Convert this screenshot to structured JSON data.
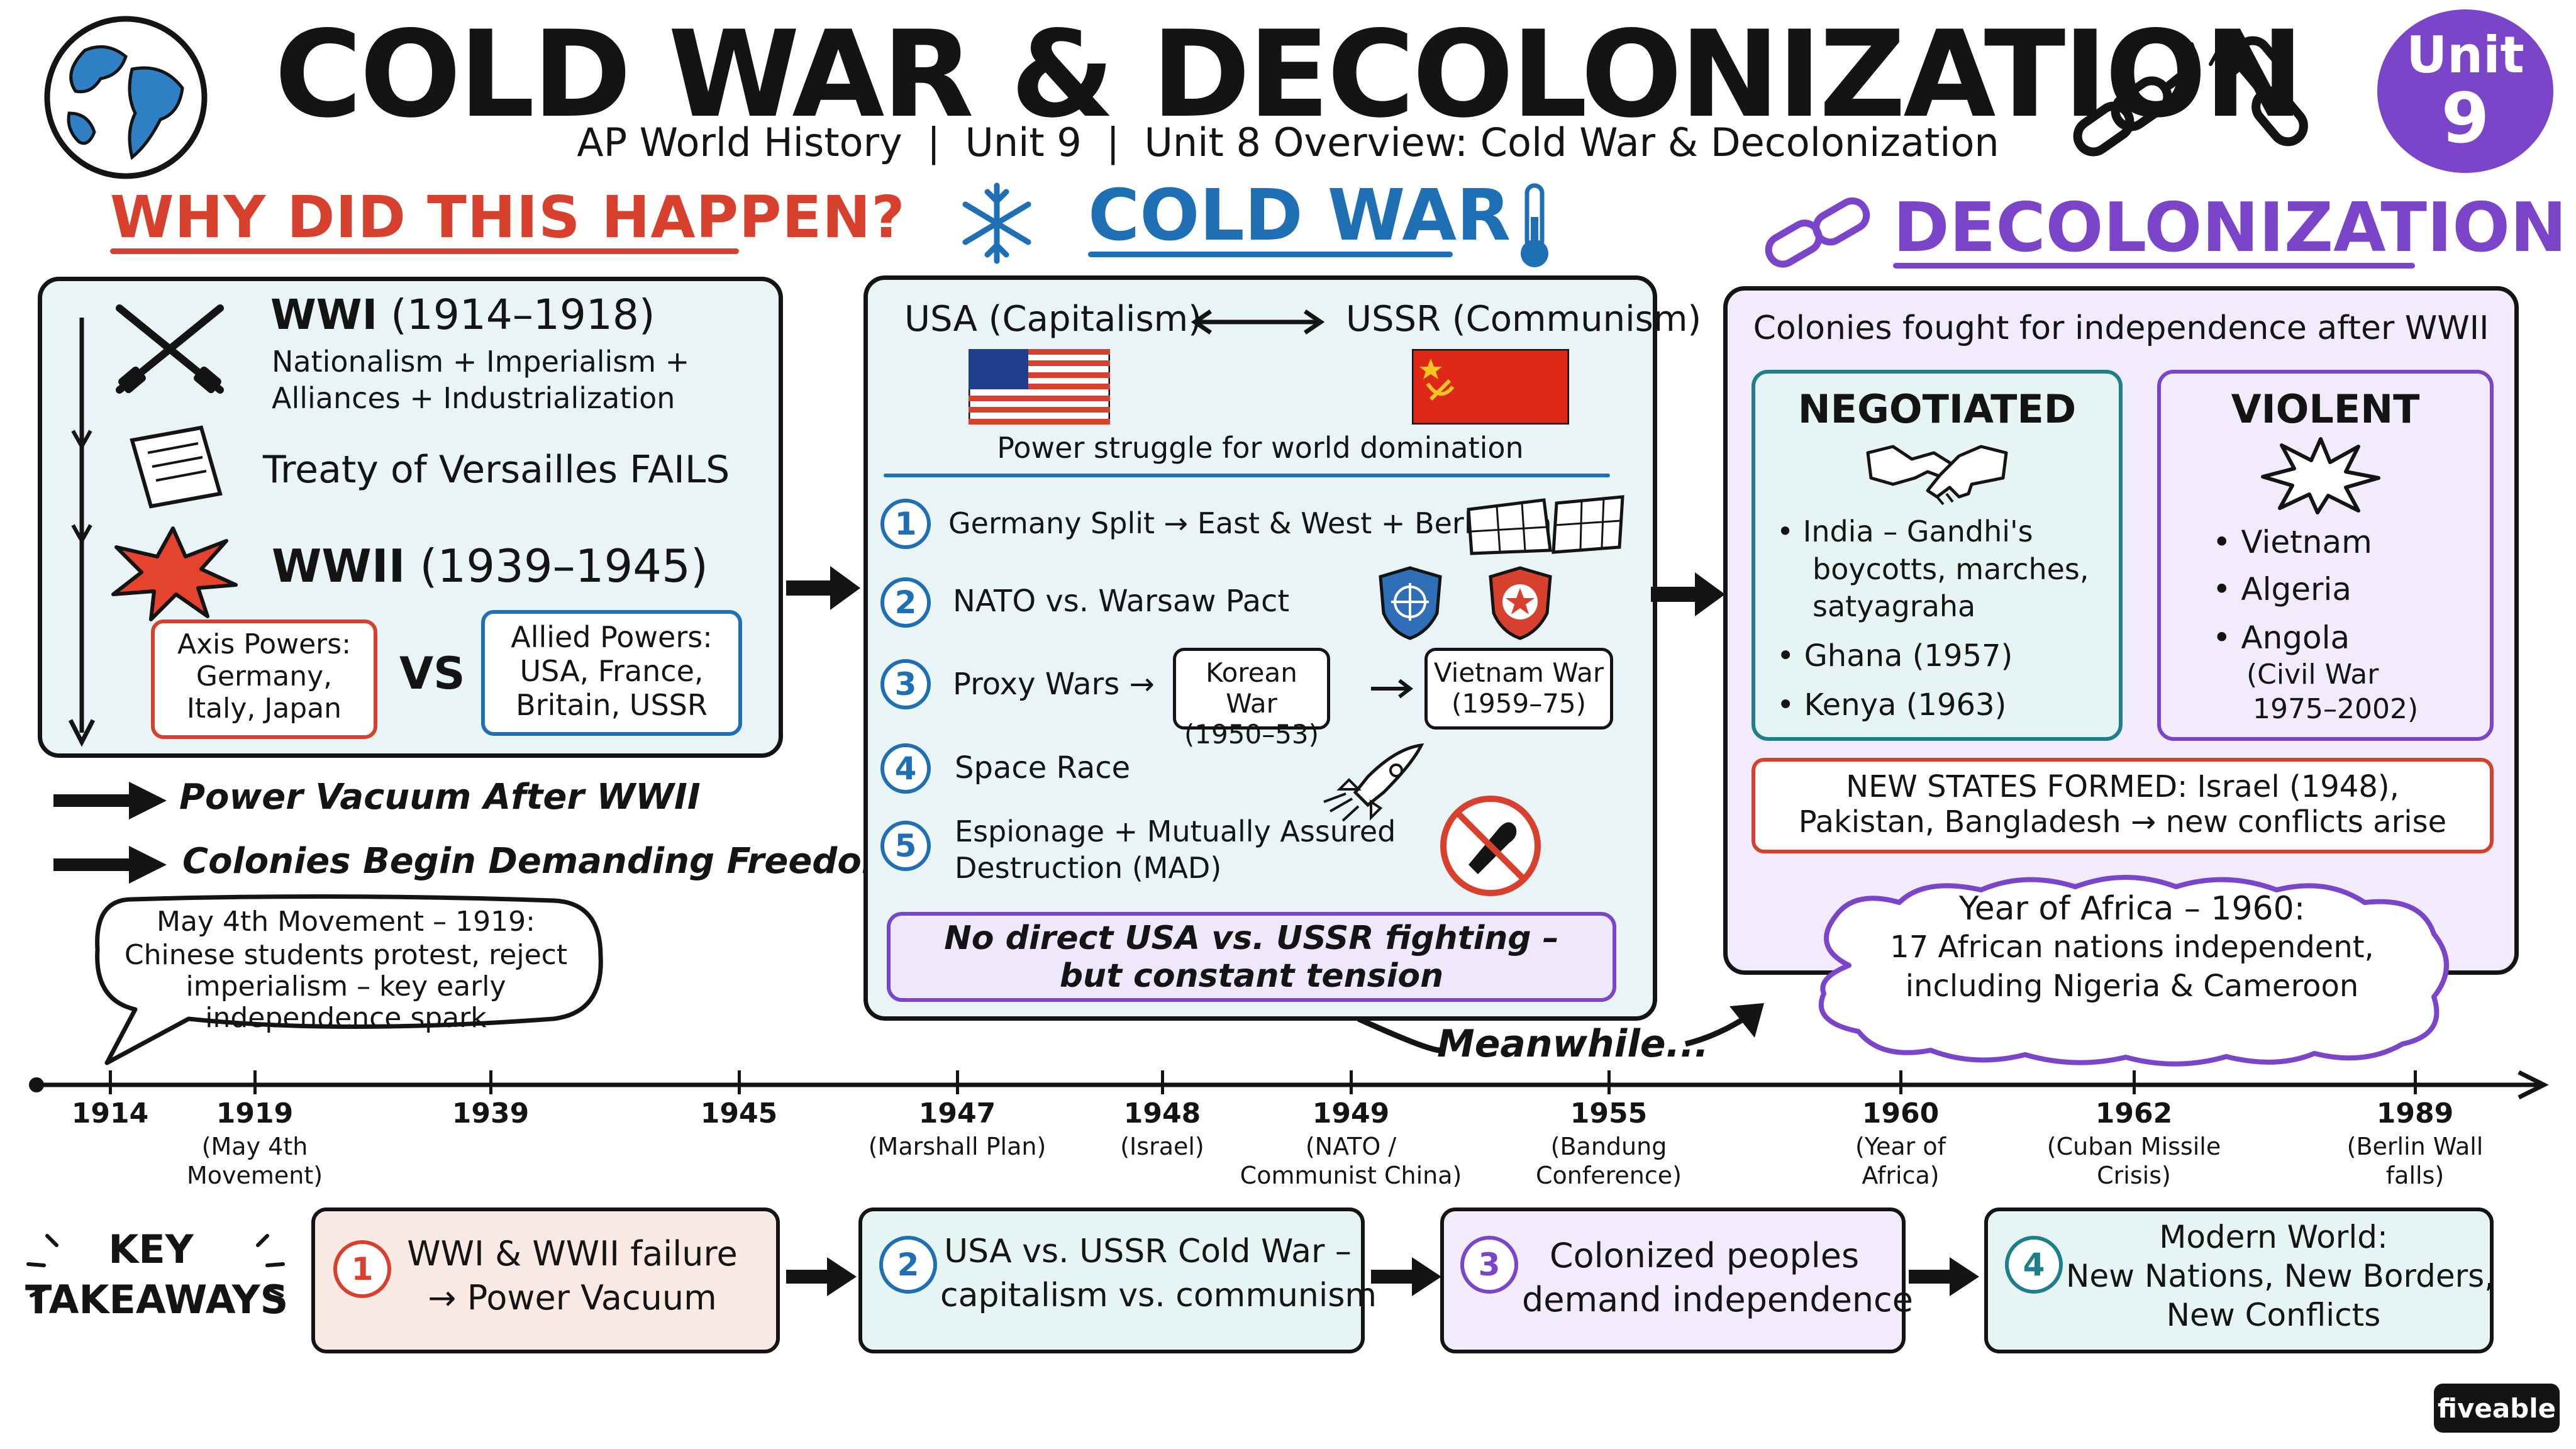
{
  "header": {
    "title": "COLD WAR & DECOLONIZATION",
    "subtitle": "AP World History  |  Unit 9  |  Unit 8 Overview: Cold War & Decolonization",
    "badge_top": "Unit",
    "badge_num": "9"
  },
  "why": {
    "heading": "WHY DID THIS HAPPEN?",
    "wwi_title": "WWI",
    "wwi_years": "(1914–1918)",
    "wwi_line1": "Nationalism + Imperialism +",
    "wwi_line2": "Alliances + Industrialization",
    "treaty": "Treaty of Versailles FAILS",
    "wwii_title": "WWII",
    "wwii_years": "(1939–1945)",
    "axis_lines": [
      "Axis Powers:",
      "Germany,",
      "Italy, Japan"
    ],
    "vs": "VS",
    "allied_lines": [
      "Allied Powers:",
      "USA, France,",
      "Britain, USSR"
    ],
    "arrow1": "Power Vacuum After WWII",
    "arrow2": "Colonies Begin Demanding Freedom",
    "bubble_lines": [
      "May 4th Movement – 1919:",
      "Chinese students protest, reject",
      "imperialism – key early",
      "independence spark"
    ]
  },
  "cold_war": {
    "heading": "COLD WAR",
    "usa": "USA (Capitalism)",
    "ussr": "USSR (Communism)",
    "struggle": "Power struggle for world domination",
    "items": [
      {
        "num": "1",
        "text": "Germany Split → East & West + Berlin Wall"
      },
      {
        "num": "2",
        "text": "NATO vs. Warsaw Pact"
      },
      {
        "num": "3",
        "text": "Proxy Wars →"
      },
      {
        "num": "4",
        "text": "Space Race"
      },
      {
        "num": "5",
        "text_line1": "Espionage + Mutually Assured",
        "text_line2": "Destruction (MAD)"
      }
    ],
    "korean_lines": [
      "Korean War",
      "(1950–53)"
    ],
    "vietnam_lines": [
      "Vietnam War",
      "(1959–75)"
    ],
    "note_line1": "No direct USA vs. USSR fighting –",
    "note_line2": "but constant tension",
    "meanwhile": "Meanwhile..."
  },
  "decolonization": {
    "heading": "DECOLONIZATION",
    "intro": "Colonies fought for independence after WWII",
    "negotiated_title": "NEGOTIATED",
    "negotiated_items": [
      "India – Gandhi's",
      "boycotts, marches,",
      "satyagraha",
      "Ghana (1957)",
      "Kenya (1963)"
    ],
    "violent_title": "VIOLENT",
    "violent_items": [
      "Vietnam",
      "Algeria",
      "Angola",
      "(Civil War",
      "1975–2002)"
    ],
    "new_states_line1": "NEW STATES FORMED: Israel (1948),",
    "new_states_line2": "Pakistan, Bangladesh → new conflicts arise",
    "africa_lines": [
      "Year of Africa – 1960:",
      "17 African nations independent,",
      "including Nigeria & Cameroon"
    ]
  },
  "timeline": [
    {
      "year": "1914",
      "note": ""
    },
    {
      "year": "1919",
      "note": "(May 4th\nMovement)"
    },
    {
      "year": "1939",
      "note": ""
    },
    {
      "year": "1945",
      "note": ""
    },
    {
      "year": "1947",
      "note": "(Marshall Plan)"
    },
    {
      "year": "1948",
      "note": "(Israel)"
    },
    {
      "year": "1949",
      "note": "(NATO /\nCommunist China)"
    },
    {
      "year": "1955",
      "note": "(Bandung\nConference)"
    },
    {
      "year": "1960",
      "note": "(Year of\nAfrica)"
    },
    {
      "year": "1962",
      "note": "(Cuban Missile\nCrisis)"
    },
    {
      "year": "1989",
      "note": "(Berlin Wall\nfalls)"
    }
  ],
  "takeaways": {
    "label_line1": "KEY",
    "label_line2": "TAKEAWAYS",
    "items": [
      {
        "num": "1",
        "line1": "WWI & WWII failure",
        "line2": "→ Power Vacuum"
      },
      {
        "num": "2",
        "line1": "USA vs. USSR Cold War –",
        "line2": "capitalism vs. communism"
      },
      {
        "num": "3",
        "line1": "Colonized peoples",
        "line2": "demand independence"
      },
      {
        "num": "4",
        "line1": "Modern World:",
        "line2": "New Nations, New Borders,",
        "line3": "New Conflicts"
      }
    ]
  },
  "brand": "fiveable",
  "colors": {
    "red": "#d8402e",
    "blue": "#1f6fb5",
    "purple": "#7a45c8",
    "teal": "#1e7f8c",
    "light_blue_fill": "#e8f4f6",
    "light_purple_fill": "#f1ebfb",
    "light_red_fill": "#fbe9e4"
  }
}
